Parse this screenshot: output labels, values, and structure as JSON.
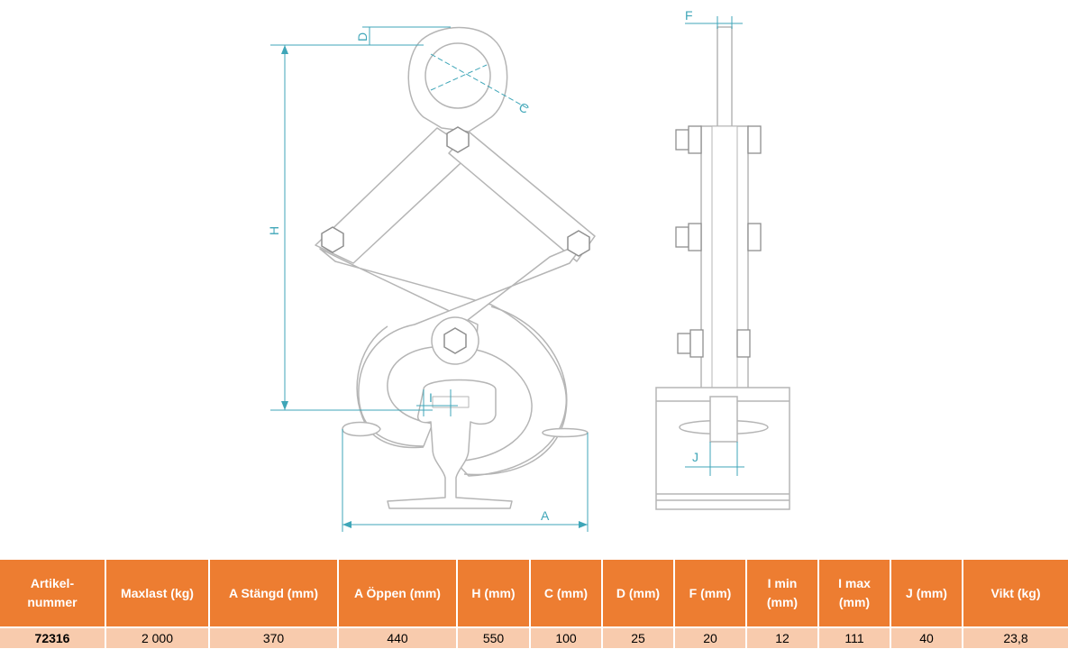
{
  "drawing": {
    "colors": {
      "outline": "#b5b5b5",
      "dimension": "#3fa6b8"
    },
    "labels": {
      "D": "D",
      "C": "C",
      "H": "H",
      "I": "I",
      "A": "A",
      "F": "F",
      "J": "J"
    }
  },
  "table": {
    "colors": {
      "header_bg": "#ed7d31",
      "header_text": "#ffffff",
      "row_bg": "#f8cbad"
    },
    "headers": [
      "Artikel-\nnummer",
      "Maxlast (kg)",
      "A Stängd (mm)",
      "A Öppen (mm)",
      "H (mm)",
      "C (mm)",
      "D (mm)",
      "F (mm)",
      "I min\n(mm)",
      "I max\n(mm)",
      "J (mm)",
      "Vikt (kg)"
    ],
    "rows": [
      [
        "72316",
        "2 000",
        "370",
        "440",
        "550",
        "100",
        "25",
        "20",
        "12",
        "111",
        "40",
        "23,8"
      ]
    ]
  }
}
